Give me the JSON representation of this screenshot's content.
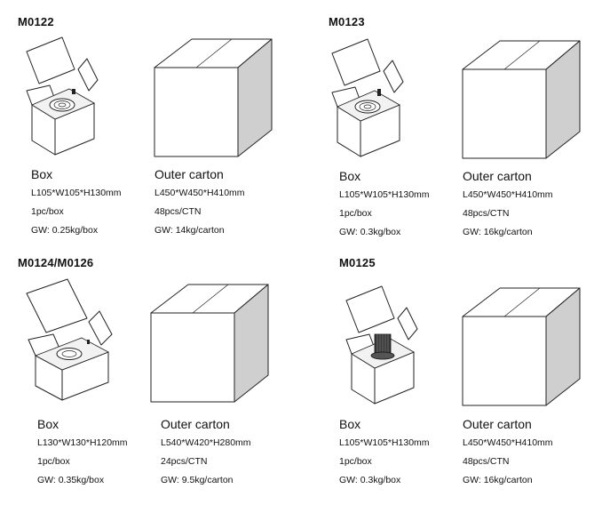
{
  "sections": [
    {
      "model": "M0122",
      "box": {
        "title": "Box",
        "dims": "L105*W105*H130mm",
        "qty": "1pc/box",
        "gw": "GW: 0.25kg/box"
      },
      "carton": {
        "title": "Outer carton",
        "dims": "L450*W450*H410mm",
        "qty": "48pcs/CTN",
        "gw": "GW: 14kg/carton"
      }
    },
    {
      "model": "M0123",
      "box": {
        "title": "Box",
        "dims": "L105*W105*H130mm",
        "qty": "1pc/box",
        "gw": "GW: 0.3kg/box"
      },
      "carton": {
        "title": "Outer carton",
        "dims": "L450*W450*H410mm",
        "qty": "48pcs/CTN",
        "gw": "GW: 16kg/carton"
      }
    },
    {
      "model": "M0124/M0126",
      "box": {
        "title": "Box",
        "dims": "L130*W130*H120mm",
        "qty": "1pc/box",
        "gw": "GW: 0.35kg/box"
      },
      "carton": {
        "title": "Outer carton",
        "dims": "L540*W420*H280mm",
        "qty": "24pcs/CTN",
        "gw": "GW: 9.5kg/carton"
      }
    },
    {
      "model": "M0125",
      "box": {
        "title": "Box",
        "dims": "L105*W105*H130mm",
        "qty": "1pc/box",
        "gw": "GW: 0.3kg/box"
      },
      "carton": {
        "title": "Outer carton",
        "dims": "L450*W450*H410mm",
        "qty": "48pcs/CTN",
        "gw": "GW: 16kg/carton"
      }
    }
  ],
  "icons": {
    "open_box": "open-gift-box-with-lamp-icon",
    "carton": "closed-carton-box-icon"
  }
}
